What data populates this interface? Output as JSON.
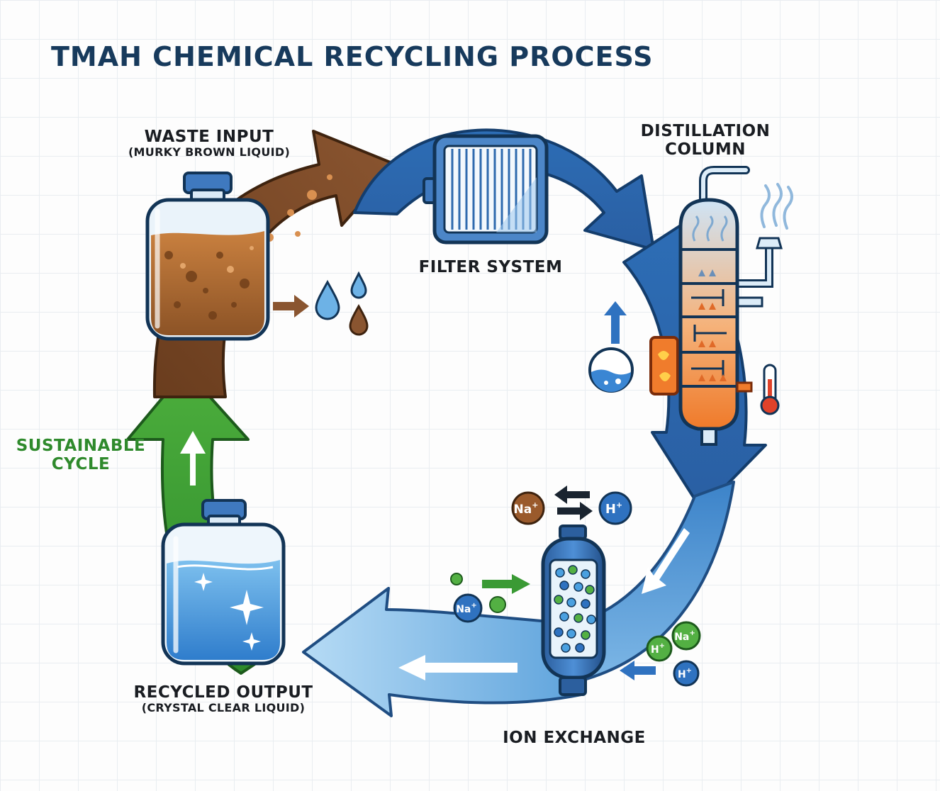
{
  "title": "TMAH CHEMICAL RECYCLING PROCESS",
  "stages": {
    "waste_input": {
      "label": "WASTE INPUT",
      "sub": "(MURKY BROWN LIQUID)"
    },
    "filter": {
      "label": "FILTER SYSTEM"
    },
    "distillation": {
      "line1": "DISTILLATION",
      "line2": "COLUMN"
    },
    "ion_exchange": {
      "label": "ION EXCHANGE"
    },
    "recycled_output": {
      "label": "RECYCLED OUTPUT",
      "sub": "(CRYSTAL CLEAR LIQUID)"
    },
    "cycle": {
      "line1": "SUSTAINABLE",
      "line2": "CYCLE"
    }
  },
  "ions": {
    "sodium": "Na",
    "hydrogen": "H",
    "charge": "+"
  },
  "icons": [
    "waste-jug-icon",
    "filter-icon",
    "distillation-column-icon",
    "thermometer-icon",
    "steam-icon",
    "flask-icon",
    "ion-exchange-cartridge-icon",
    "clean-jug-icon",
    "droplet-icon"
  ],
  "colors": {
    "brown": "#8a5530",
    "blue_dark": "#2a63a8",
    "blue_light": "#8fc3ea",
    "green": "#3a9a34",
    "title": "#173a5c",
    "heat": "#f07c2c"
  }
}
